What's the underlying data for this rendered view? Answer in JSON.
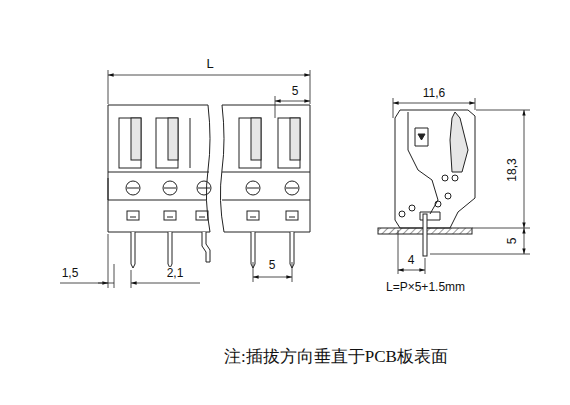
{
  "diagram": {
    "labels": [
      "L",
      "5",
      "11,6",
      "18,3",
      "5",
      "1,5",
      "2,1",
      "5",
      "4",
      "L=P×5+1.5mm",
      "注:插拔方向垂直于PCB板表面"
    ]
  }
}
